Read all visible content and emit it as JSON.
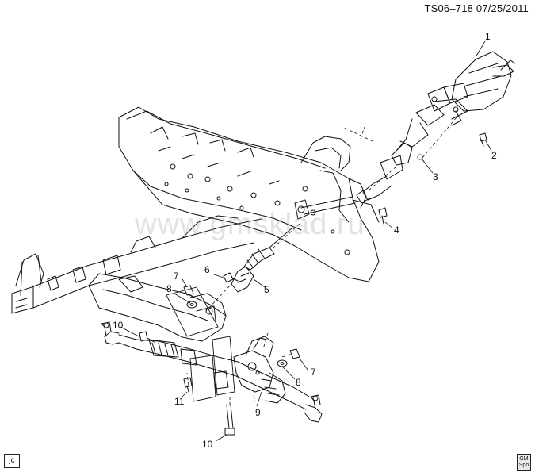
{
  "header": {
    "doc_id": "TS06–718  07/25/2011"
  },
  "callouts": [
    {
      "id": "1",
      "label": "1"
    },
    {
      "id": "2",
      "label": "2"
    },
    {
      "id": "3",
      "label": "3"
    },
    {
      "id": "4",
      "label": "4"
    },
    {
      "id": "5",
      "label": "5"
    },
    {
      "id": "6",
      "label": "6"
    },
    {
      "id": "7a",
      "label": "7"
    },
    {
      "id": "7b",
      "label": "7"
    },
    {
      "id": "8a",
      "label": "8"
    },
    {
      "id": "8b",
      "label": "8"
    },
    {
      "id": "9",
      "label": "9"
    },
    {
      "id": "10a",
      "label": "10"
    },
    {
      "id": "10b",
      "label": "10"
    },
    {
      "id": "11",
      "label": "11"
    }
  ],
  "footer": {
    "author_tag": "jc",
    "stamp_text": "GM Spo"
  },
  "watermark": "www.gmsklad.ru"
}
